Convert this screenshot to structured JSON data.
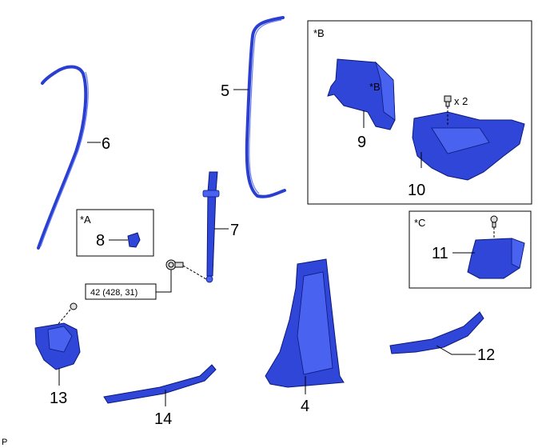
{
  "parts": {
    "p4": "4",
    "p5": "5",
    "p6": "6",
    "p7": "7",
    "p8": "8",
    "p9": "9",
    "p10": "10",
    "p11": "11",
    "p12": "12",
    "p13": "13",
    "p14": "14"
  },
  "callouts": {
    "a": "*A",
    "b": "*B",
    "b_inner": "*B",
    "c": "*C",
    "qty": "x 2"
  },
  "torque": "42 (428, 31)",
  "corner": "P"
}
